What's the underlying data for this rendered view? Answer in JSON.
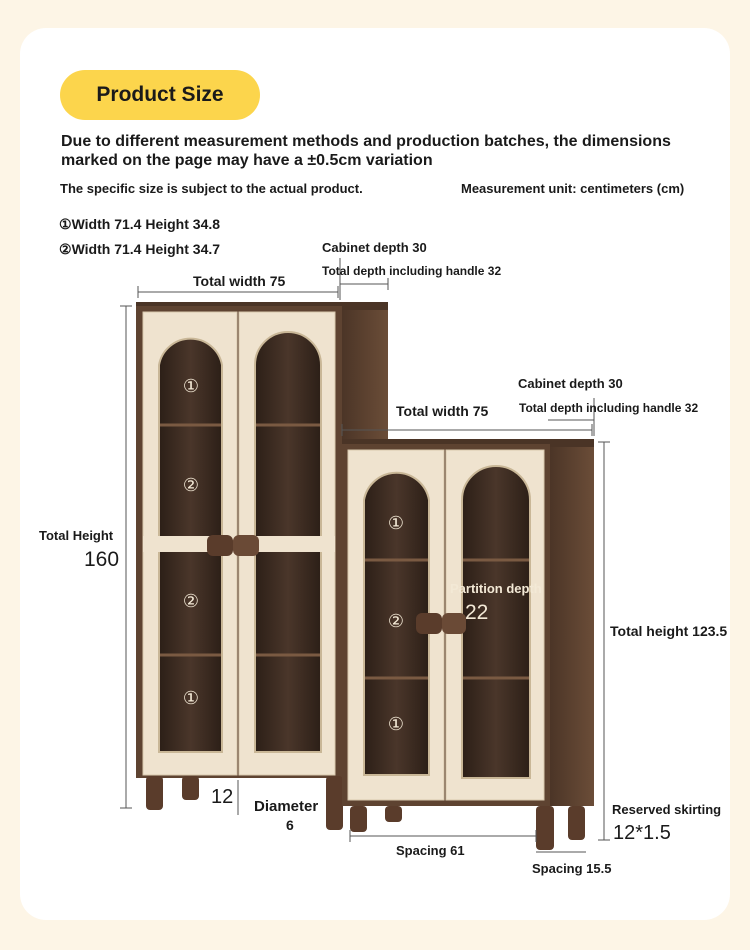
{
  "header": {
    "title": "Product Size"
  },
  "notes": {
    "variation_line1": "Due to different measurement methods and production batches, the dimensions",
    "variation_line2": "marked on the page may have a ±0.5cm variation",
    "subject_note": "The specific size is subject to the actual product.",
    "unit_note": "Measurement unit: centimeters (cm)"
  },
  "compartments": [
    {
      "marker": "①",
      "text": "Width 71.4 Height 34.8"
    },
    {
      "marker": "②",
      "text": "Width 71.4 Height 34.7"
    }
  ],
  "tall_cabinet": {
    "depth_label": "Cabinet depth 30",
    "depth_handle_label": "Total depth including handle 32",
    "width_label": "Total width 75",
    "height_label": "Total Height",
    "height_value": "160",
    "leg_height": "12",
    "leg_diameter_label": "Diameter",
    "leg_diameter_value": "6"
  },
  "short_cabinet": {
    "depth_label": "Cabinet depth 30",
    "depth_handle_label": "Total depth including handle 32",
    "width_label": "Total width 75",
    "height_label": "Total height 123.5",
    "partition_label": "Partition depth",
    "partition_value": "22",
    "skirting_label": "Reserved skirting",
    "skirting_value": "12*1.5",
    "spacing_label": "Spacing 61",
    "spacing_side_label": "Spacing 15.5"
  },
  "markers": {
    "one": "①",
    "two": "②"
  },
  "colors": {
    "accent": "#fcd54c",
    "page_bg": "#fdf5e6",
    "wood": "#5e4331",
    "panel": "#efe3cf",
    "glass": "#3a2a20"
  }
}
